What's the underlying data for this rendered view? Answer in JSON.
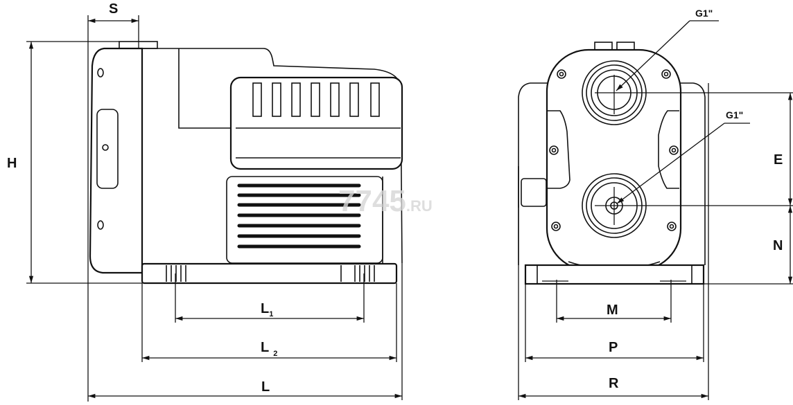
{
  "side_view": {
    "labels": {
      "S": "S",
      "H": "H",
      "L1": "L",
      "L1_sub": "1",
      "L2": "L",
      "L2_sub": "2",
      "L": "L"
    }
  },
  "front_view": {
    "labels": {
      "outlet": "G1\"",
      "inlet": "G1\"",
      "E": "E",
      "N": "N",
      "M": "M",
      "P": "P",
      "R": "R"
    }
  },
  "watermark": {
    "main": "7745",
    "suffix": ".RU"
  }
}
